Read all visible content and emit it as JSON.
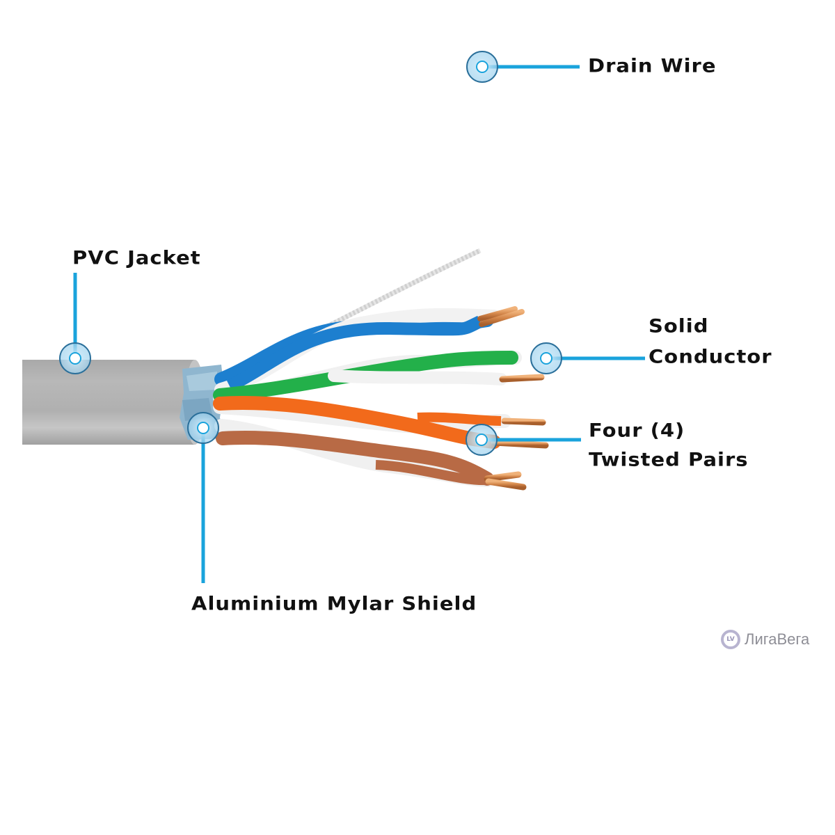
{
  "labels": {
    "pvc_jacket": "PVC Jacket",
    "drain_wire": "Drain Wire",
    "solid_conductor_line1": "Solid",
    "solid_conductor_line2": "Conductor",
    "twisted_pairs_line1": "Four (4)",
    "twisted_pairs_line2": "Twisted Pairs",
    "shield": "Aluminium Mylar Shield"
  },
  "watermark": {
    "logo_text": "LV",
    "text": "ЛигаВега"
  },
  "colors": {
    "callout": "#1aa3dc",
    "jacket": "#b3b3b3",
    "blue_wire": "#1d7fcf",
    "green_wire": "#23b04a",
    "orange_wire": "#f26a1b",
    "brown_wire": "#b86a45",
    "copper": "#d48a4e",
    "shield": "#8fb6cf"
  }
}
